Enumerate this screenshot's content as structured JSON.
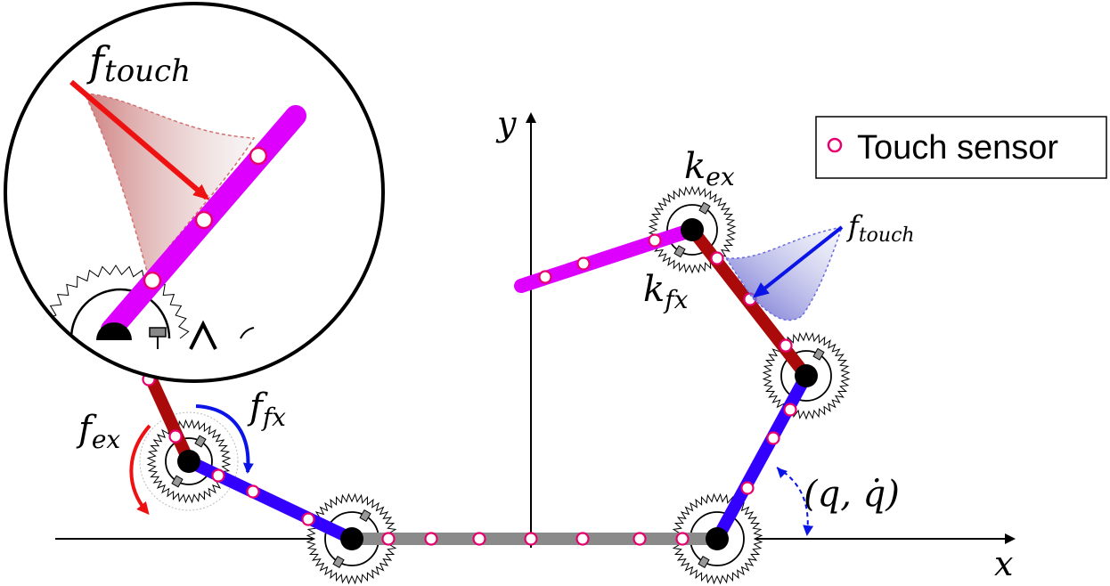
{
  "legend": {
    "label": "Touch sensor"
  },
  "axes": {
    "x_label": "x",
    "y_label": "y"
  },
  "annotations": {
    "f_touch_inset": "f",
    "f_touch_inset_sub": "touch",
    "f_touch_main": "f",
    "f_touch_main_sub": "touch",
    "k_ex": "k",
    "k_ex_sub": "ex",
    "k_fx": "k",
    "k_fx_sub": "fx",
    "f_ex": "f",
    "f_ex_sub": "ex",
    "f_fx": "f",
    "f_fx_sub": "fx",
    "state": "(q, q̇)"
  },
  "colors": {
    "link_gray": "#8a8a8a",
    "link_blue": "#3300ff",
    "link_red": "#aa0a0a",
    "link_magenta": "#dd00ff",
    "touch_red": "#ee1111",
    "touch_blue": "#0a14e6",
    "sensor_outline": "#e6006e",
    "legend_border": "#000000"
  }
}
